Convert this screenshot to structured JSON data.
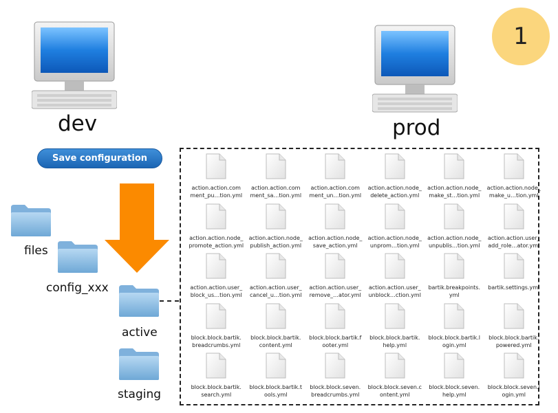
{
  "computers": {
    "dev_label": "dev",
    "prod_label": "prod"
  },
  "step_badge": "1",
  "save_button_label": "Save configuration",
  "folders": {
    "files": "files",
    "config": "config_xxx",
    "active": "active",
    "staging": "staging"
  },
  "file_list": [
    "action.action.com\nment_pu…tion.yml",
    "action.action.com\nment_sa…tion.yml",
    "action.action.com\nment_un…tion.yml",
    "action.action.node_\ndelete_action.yml",
    "action.action.node_\nmake_st…tion.yml",
    "action.action.node_\nmake_u…tion.yml",
    "action.action.node_\npromote_action.yml",
    "action.action.node_\npublish_action.yml",
    "action.action.node_\nsave_action.yml",
    "action.action.node_\nunprom…tion.yml",
    "action.action.node_\nunpublis…tion.yml",
    "action.action.user_\nadd_role…ator.yml",
    "action.action.user_\nblock_us…tion.yml",
    "action.action.user_\ncancel_u…tion.yml",
    "action.action.user_\nremove_…ator.yml",
    "action.action.user_\nunblock…ction.yml",
    "bartik.breakpoints.\nyml",
    "bartik.settings.yml",
    "block.block.bartik.\nbreadcrumbs.yml",
    "block.block.bartik.\ncontent.yml",
    "block.block.bartik.f\nooter.yml",
    "block.block.bartik.\nhelp.yml",
    "block.block.bartik.l\nogin.yml",
    "block.block.bartik.\npowered.yml",
    "block.block.bartik.\nsearch.yml",
    "block.block.bartik.t\nools.yml",
    "block.block.seven.\nbreadcrumbs.yml",
    "block.block.seven.c\nontent.yml",
    "block.block.seven.\nhelp.yml",
    "block.block.seven.l\nogin.yml"
  ],
  "colors": {
    "badge": "#fbd67d",
    "arrow": "#fb8a00",
    "button": "#2a78c8",
    "folder": "#8fc0e6",
    "screen": "#1f7fe0"
  }
}
